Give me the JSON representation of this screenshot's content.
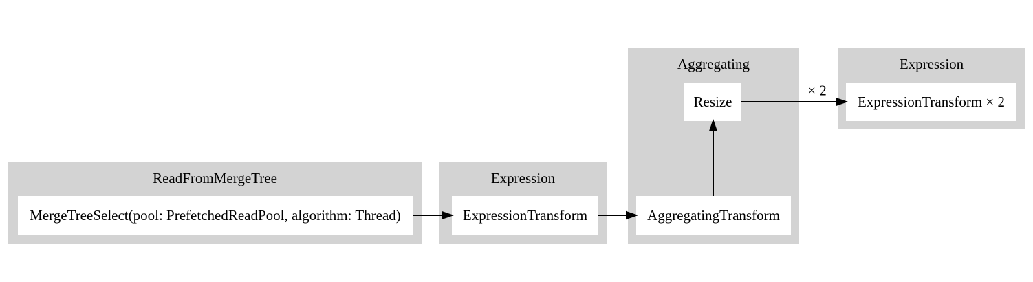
{
  "diagram": {
    "colors": {
      "background": "#ffffff",
      "group_fill": "#d3d3d3",
      "node_fill": "#ffffff",
      "text": "#000000",
      "edge": "#000000"
    },
    "groups": [
      {
        "title": "ReadFromMergeTree",
        "nodes": [
          {
            "label": "MergeTreeSelect(pool: PrefetchedReadPool, algorithm: Thread)"
          }
        ]
      },
      {
        "title": "Expression",
        "nodes": [
          {
            "label": "ExpressionTransform"
          }
        ]
      },
      {
        "title": "Aggregating",
        "nodes": [
          {
            "label": "AggregatingTransform"
          },
          {
            "label": "Resize"
          }
        ]
      },
      {
        "title": "Expression",
        "nodes": [
          {
            "label": "ExpressionTransform × 2"
          }
        ]
      }
    ],
    "edges": [
      {
        "from": "MergeTreeSelect(pool: PrefetchedReadPool, algorithm: Thread)",
        "to": "ExpressionTransform",
        "label": ""
      },
      {
        "from": "ExpressionTransform",
        "to": "AggregatingTransform",
        "label": ""
      },
      {
        "from": "AggregatingTransform",
        "to": "Resize",
        "label": ""
      },
      {
        "from": "Resize",
        "to": "ExpressionTransform × 2",
        "label": "× 2"
      }
    ]
  }
}
